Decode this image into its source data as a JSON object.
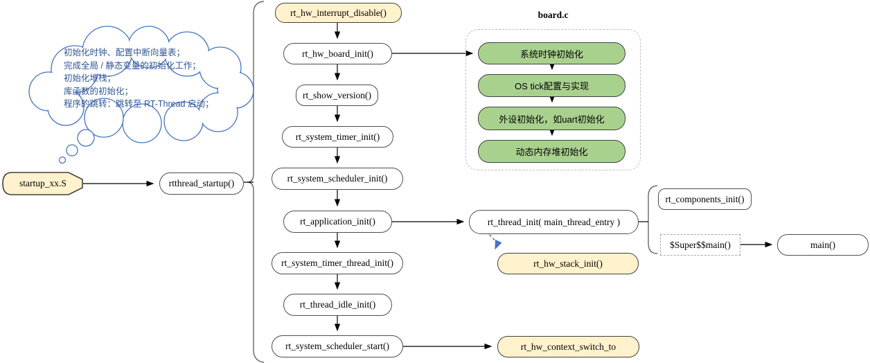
{
  "cloud": {
    "lines": [
      "初始化时钟、配置中断向量表；",
      "完成全局 / 静态变量的初始化工作；",
      "初始化堆栈；",
      "库函数的初始化；",
      "程序的跳转：跳转至 RT-Thread 启动；"
    ]
  },
  "nodes": {
    "startup_file": "startup_xx.S",
    "rtthread_startup": "rtthread_startup()",
    "interrupt_disable": "rt_hw_interrupt_disable()",
    "board_init": "rt_hw_board_init()",
    "show_version": "rt_show_version()",
    "system_timer_init": "rt_system_timer_init()",
    "scheduler_init": "rt_system_scheduler_init()",
    "application_init": "rt_application_init()",
    "timer_thread_init": "rt_system_timer_thread_init()",
    "thread_idle_init": "rt_thread_idle_init()",
    "scheduler_start": "rt_system_scheduler_start()",
    "thread_init": "rt_thread_init( main_thread_entry )",
    "components_init": "rt_components_init()",
    "super_main": "$Super$$main()",
    "main": "main()",
    "hw_stack_init": "rt_hw_stack_init()",
    "context_switch": "rt_hw_context_switch_to"
  },
  "board_group": {
    "title": "board.c",
    "steps": [
      "系统时钟初始化",
      "OS tick配置与实现",
      "外设初始化，如uart初始化",
      "动态内存堆初始化"
    ]
  },
  "colors": {
    "node_yellow": "#FFF2CC",
    "node_green": "#A9D18E",
    "cloud_stroke": "#4472C4",
    "cloud_text": "#2F5496",
    "arrow": "#000000",
    "brace": "#666666",
    "dashed_group_border": "#BDBDBD"
  }
}
